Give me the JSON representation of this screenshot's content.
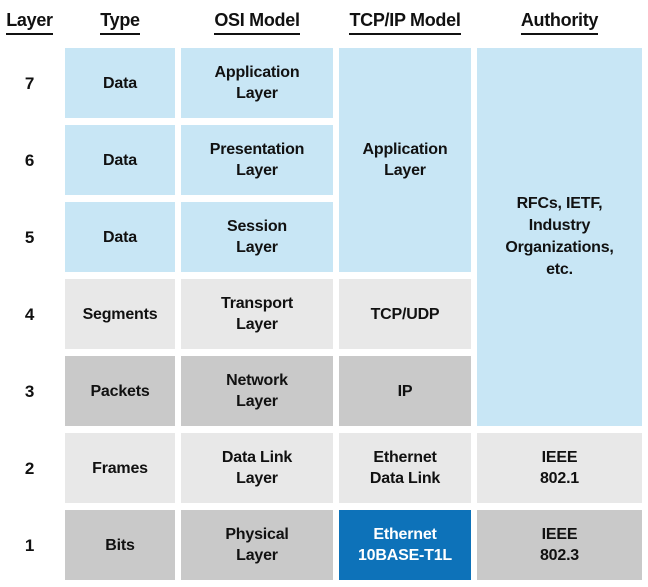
{
  "colors": {
    "light_blue": "#c8e6f5",
    "light_gray": "#e8e8e8",
    "dark_gray": "#c9c9c9",
    "accent_blue": "#0d72b9",
    "text": "#111111",
    "background": "#ffffff",
    "highlight_text": "#ffffff"
  },
  "header": {
    "columns": [
      "Layer",
      "Type",
      "OSI Model",
      "TCP/IP Model",
      "Authority"
    ]
  },
  "rows": [
    {
      "layer": "7",
      "type": "Data",
      "osi": "Application\nLayer"
    },
    {
      "layer": "6",
      "type": "Data",
      "osi": "Presentation\nLayer"
    },
    {
      "layer": "5",
      "type": "Data",
      "osi": "Session\nLayer"
    },
    {
      "layer": "4",
      "type": "Segments",
      "osi": "Transport\nLayer",
      "tcpip": "TCP/UDP"
    },
    {
      "layer": "3",
      "type": "Packets",
      "osi": "Network\nLayer",
      "tcpip": "IP"
    },
    {
      "layer": "2",
      "type": "Frames",
      "osi": "Data Link\nLayer",
      "tcpip": "Ethernet\nData Link",
      "authority": "IEEE\n802.1"
    },
    {
      "layer": "1",
      "type": "Bits",
      "osi": "Physical\nLayer",
      "tcpip": "Ethernet\n10BASE-T1L",
      "authority": "IEEE\n802.3"
    }
  ],
  "merged_cells": {
    "tcpip_application": "Application\nLayer",
    "authority_rfcs": "RFCs, IETF,\nIndustry\nOrganizations,\netc."
  }
}
